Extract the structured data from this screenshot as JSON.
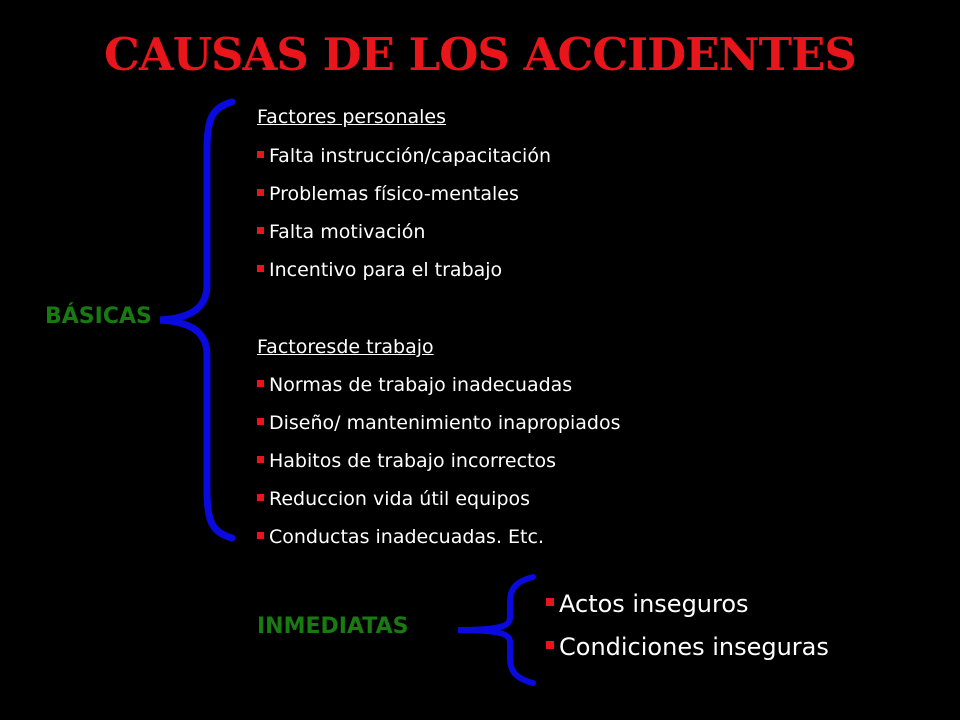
{
  "title": "CAUSAS DE LOS ACCIDENTES",
  "colors": {
    "title": "#e8151b",
    "category": "#1a7a12",
    "brace": "#0a0adf",
    "bullet": "#e8151b",
    "text": "#ffffff",
    "background": "#000000"
  },
  "basicas": {
    "label": "BÁSICAS",
    "personales": {
      "heading": "Factores personales",
      "items": [
        "Falta instrucción/capacitación",
        "Problemas físico-mentales",
        "Falta motivación",
        "Incentivo para el trabajo"
      ]
    },
    "trabajo": {
      "heading": "Factoresde trabajo",
      "items": [
        "Normas de trabajo inadecuadas",
        "Diseño/ mantenimiento inapropiados",
        "Habitos de trabajo incorrectos",
        "Reduccion vida útil equipos",
        "Conductas inadecuadas. Etc."
      ]
    }
  },
  "inmediatas": {
    "label": "INMEDIATAS",
    "items": [
      "Actos inseguros",
      "Condiciones inseguras"
    ]
  }
}
